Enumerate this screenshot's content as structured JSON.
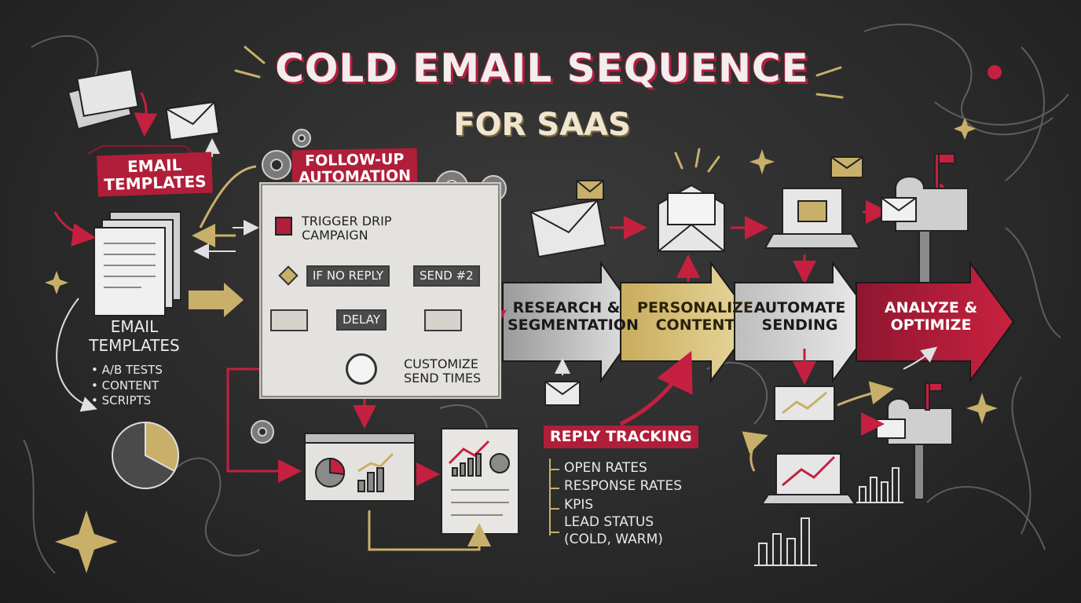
{
  "title": "COLD EMAIL SEQUENCE",
  "subtitle": "FOR SAAS",
  "top_left_label": "EMAIL\nTEMPLATES",
  "templates_block": {
    "heading": "EMAIL\nTEMPLATES",
    "items": [
      "A/B TESTS",
      "CONTENT",
      "SCRIPTS"
    ]
  },
  "automation": {
    "heading": "FOLLOW-UP\nAUTOMATION",
    "trigger": "TRIGGER DRIP\nCAMPAIGN",
    "if_no_reply": "IF NO REPLY",
    "send2": "SEND #2",
    "delay": "DELAY",
    "customize": "CUSTOMIZE\nSEND TIMES"
  },
  "pipeline": [
    {
      "label": "RESEARCH &\nSEGMENTATION"
    },
    {
      "label": "PERSONALIZE\nCONTENT"
    },
    {
      "label": "AUTOMATE\nSENDING"
    },
    {
      "label": "ANALYZE &\nOPTIMIZE"
    }
  ],
  "reply_tracking": {
    "heading": "REPLY TRACKING",
    "items": [
      "OPEN RATES",
      "RESPONSE RATES",
      "KPIs",
      "LEAD STATUS\n(COLD, WARM)"
    ]
  },
  "colors": {
    "accent_red": "#b01e3a",
    "accent_gold": "#c8b06a",
    "chalk": "#ececec",
    "board": "#2b2b2b"
  }
}
